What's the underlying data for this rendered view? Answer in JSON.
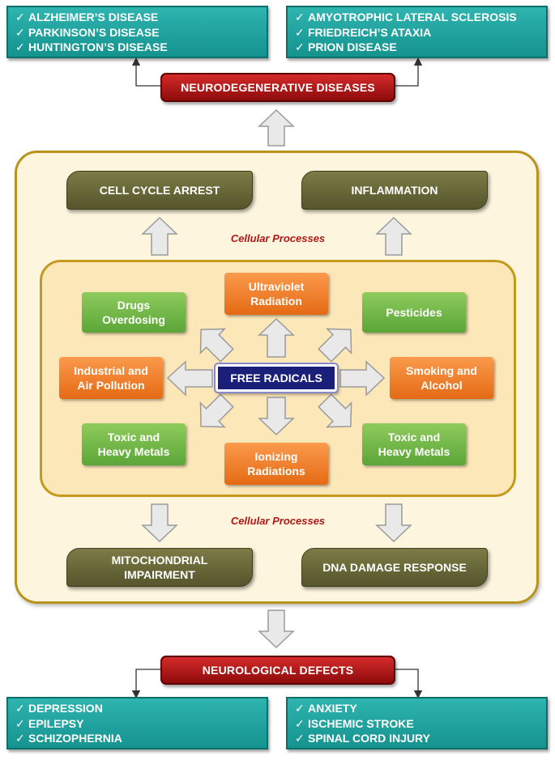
{
  "diseases": {
    "top_left": [
      "ALZHEIMER’S DISEASE",
      "PARKINSON’S DISEASE",
      "HUNTINGTON’S DISEASE"
    ],
    "top_right": [
      "AMYOTROPHIC LATERAL SCLEROSIS",
      "FRIEDREICH’S ATAXIA",
      "PRION DISEASE"
    ],
    "bottom_left": [
      "DEPRESSION",
      "EPILEPSY",
      "SCHIZOPHERNIA"
    ],
    "bottom_right": [
      "ANXIETY",
      "ISCHEMIC STROKE",
      "SPINAL CORD INJURY"
    ],
    "check": "✓"
  },
  "banners": {
    "top": "NEURODEGENERATIVE DISEASES",
    "bottom": "NEUROLOGICAL DEFECTS"
  },
  "processes": {
    "cell_cycle_arrest": "CELL CYCLE ARREST",
    "inflammation": "INFLAMMATION",
    "mitochondrial_line1": "MITOCHONDRIAL",
    "mitochondrial_line2": "IMPAIRMENT",
    "dna_damage": "DNA DAMAGE RESPONSE",
    "label_top": "Cellular Processes",
    "label_bottom": "Cellular Processes"
  },
  "center": "FREE RADICALS",
  "sources": {
    "uv": [
      "Ultraviolet",
      "Radiation"
    ],
    "drugs": [
      "Drugs",
      "Overdosing"
    ],
    "pesticides": [
      "Pesticides"
    ],
    "industrial": [
      "Industrial and",
      "Air Pollution"
    ],
    "smoking": [
      "Smoking and",
      "Alcohol"
    ],
    "toxic_left": [
      "Toxic and",
      "Heavy Metals"
    ],
    "toxic_right": [
      "Toxic and",
      "Heavy Metals"
    ],
    "ionizing": [
      "Ionizing",
      "Radiations"
    ]
  },
  "colors": {
    "teal": "#15938f",
    "red": "#b51a1a",
    "olive": "#6b6a38",
    "green": "#74b84a",
    "orange": "#f07d28",
    "navy": "#1a1f7a",
    "panel_border": "#b8941c"
  }
}
